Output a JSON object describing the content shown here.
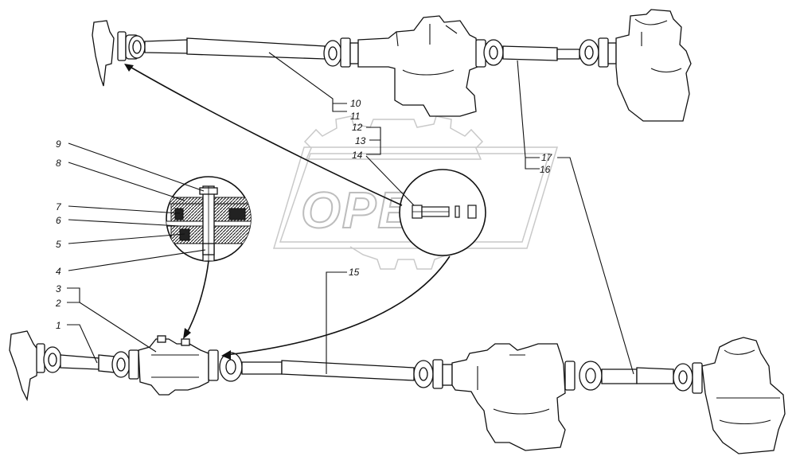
{
  "watermark": {
    "text": "OPEX"
  },
  "callouts": [
    {
      "id": "1",
      "label": "1"
    },
    {
      "id": "2",
      "label": "2"
    },
    {
      "id": "3",
      "label": "3"
    },
    {
      "id": "4",
      "label": "4"
    },
    {
      "id": "5",
      "label": "5"
    },
    {
      "id": "6",
      "label": "6"
    },
    {
      "id": "7",
      "label": "7"
    },
    {
      "id": "8",
      "label": "8"
    },
    {
      "id": "9",
      "label": "9"
    },
    {
      "id": "10",
      "label": "10"
    },
    {
      "id": "11",
      "label": "11"
    },
    {
      "id": "12",
      "label": "12"
    },
    {
      "id": "13",
      "label": "13"
    },
    {
      "id": "14",
      "label": "14"
    },
    {
      "id": "15",
      "label": "15"
    },
    {
      "id": "16",
      "label": "16"
    },
    {
      "id": "17",
      "label": "17"
    }
  ]
}
